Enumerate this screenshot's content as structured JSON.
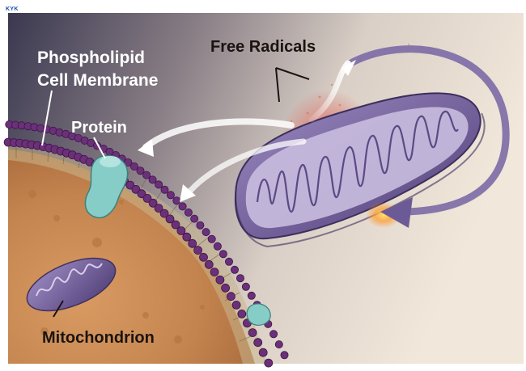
{
  "corner_mark": "KYK",
  "labels": {
    "membrane_line1": "Phospholipid",
    "membrane_line2": "Cell Membrane",
    "protein": "Protein",
    "free_radicals": "Free Radicals",
    "mitochondrion": "Mitochondrion"
  },
  "icons": [
    "mitochondrion-large-icon",
    "mitochondrion-small-icon",
    "protein-channel-icon",
    "arrow-icon"
  ],
  "colors": {
    "cytoplasm": "#c98a55",
    "membrane_head": "#6c2f7a",
    "mitochondrion": "#7d6aa3",
    "protein": "#7fc6c2",
    "radicals": "#e0643a",
    "background": "#efe6dc"
  }
}
